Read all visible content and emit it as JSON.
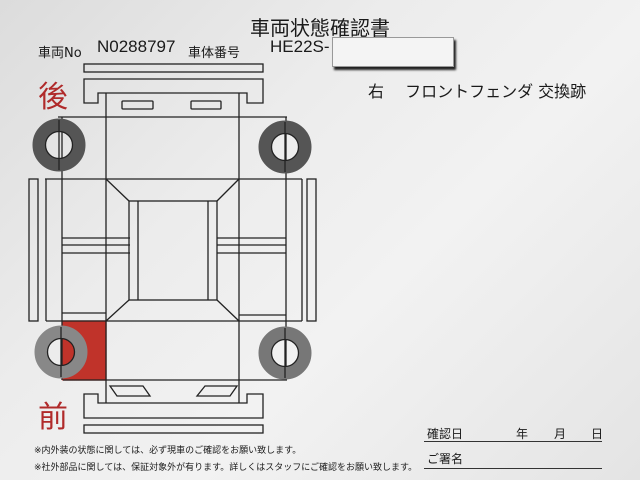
{
  "document": {
    "title": "車両状態確認書",
    "vehicle_no_label": "車両No",
    "vehicle_no_value": "N0288797",
    "chassis_no_label": "車体番号",
    "chassis_no_value": "HE22S-",
    "rear_label": "後",
    "front_label": "前",
    "damage_note": "右　 フロントフェンダ 交換跡",
    "notes": [
      "※内外装の状態に関しては、必ず現車のご確認をお願い致します。",
      "※社外部品に関しては、保証対象外が有ります。詳しくはスタッフにご確認をお願い致します。"
    ],
    "confirm_date_label": "確認日",
    "year_label": "年",
    "month_label": "月",
    "day_label": "日",
    "signature_label": "ご署名"
  },
  "colors": {
    "marked_panel": "#c0332a",
    "tire": "#8a8a8a",
    "label_red": "#b02a2a"
  },
  "marked_panels": [
    "right-front-fender"
  ]
}
